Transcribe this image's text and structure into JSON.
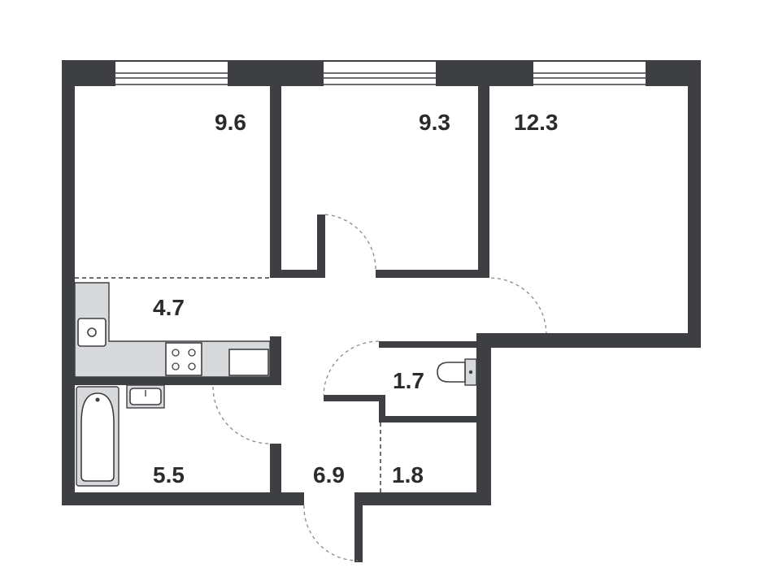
{
  "floorplan": {
    "rooms": [
      {
        "id": "bedroom-left",
        "area": "9.6"
      },
      {
        "id": "bedroom-middle",
        "area": "9.3"
      },
      {
        "id": "living-room",
        "area": "12.3"
      },
      {
        "id": "kitchen",
        "area": "4.7"
      },
      {
        "id": "toilet",
        "area": "1.7"
      },
      {
        "id": "bathroom",
        "area": "5.5"
      },
      {
        "id": "hallway",
        "area": "6.9"
      },
      {
        "id": "storage",
        "area": "1.8"
      }
    ],
    "colors": {
      "wall": "#3d3f42",
      "fixture_fill": "#d7d9db",
      "door_arc": "#888888"
    }
  }
}
